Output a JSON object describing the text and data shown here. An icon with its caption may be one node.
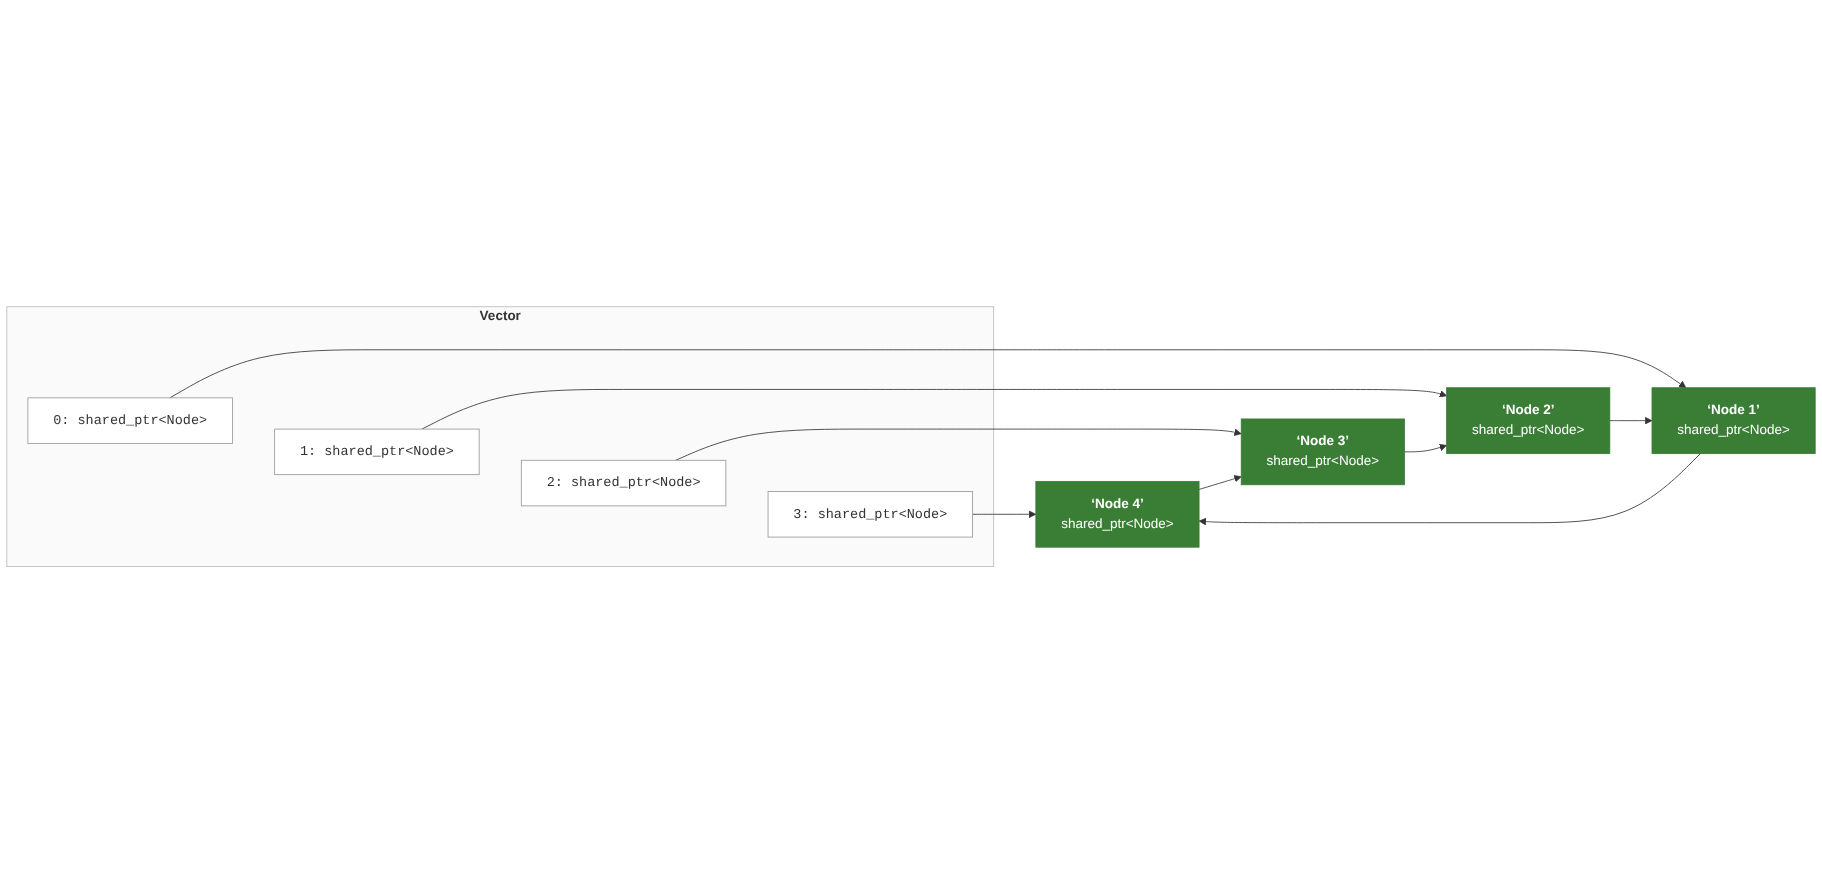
{
  "diagram": {
    "nodes": [
      {
        "text": [
          "Vector"
        ]
      },
      {
        "text": [
          "0: shared_ptr<Node>"
        ],
        "in": 0
      },
      {
        "text": [
          "1: shared_ptr<Node>"
        ],
        "in": 0
      },
      {
        "text": [
          "2: shared_ptr<Node>"
        ],
        "in": 0
      },
      {
        "text": [
          "3: shared_ptr<Node>"
        ],
        "in": 0
      },
      {
        "text": [
          "‘Node 1’",
          "shared_ptr<Node>"
        ]
      },
      {
        "text": [
          "‘Node 2’",
          "shared_ptr<Node>"
        ]
      },
      {
        "text": [
          "‘Node 3’",
          "shared_ptr<Node>"
        ]
      },
      {
        "text": [
          "‘Node 4’",
          "shared_ptr<Node>"
        ]
      }
    ],
    "edges": [
      {
        "from": 1,
        "to": 5,
        "arrow": "to"
      },
      {
        "from": 2,
        "to": 6,
        "arrow": "to"
      },
      {
        "from": 3,
        "to": 7,
        "arrow": "to"
      },
      {
        "from": 4,
        "to": 8,
        "arrow": "to"
      },
      {
        "from": 5,
        "to": 8,
        "arrow": "to"
      },
      {
        "from": 8,
        "to": 7,
        "arrow": "to"
      },
      {
        "from": 7,
        "to": 6,
        "arrow": "to"
      },
      {
        "from": 6,
        "to": 5,
        "arrow": "to"
      }
    ]
  }
}
